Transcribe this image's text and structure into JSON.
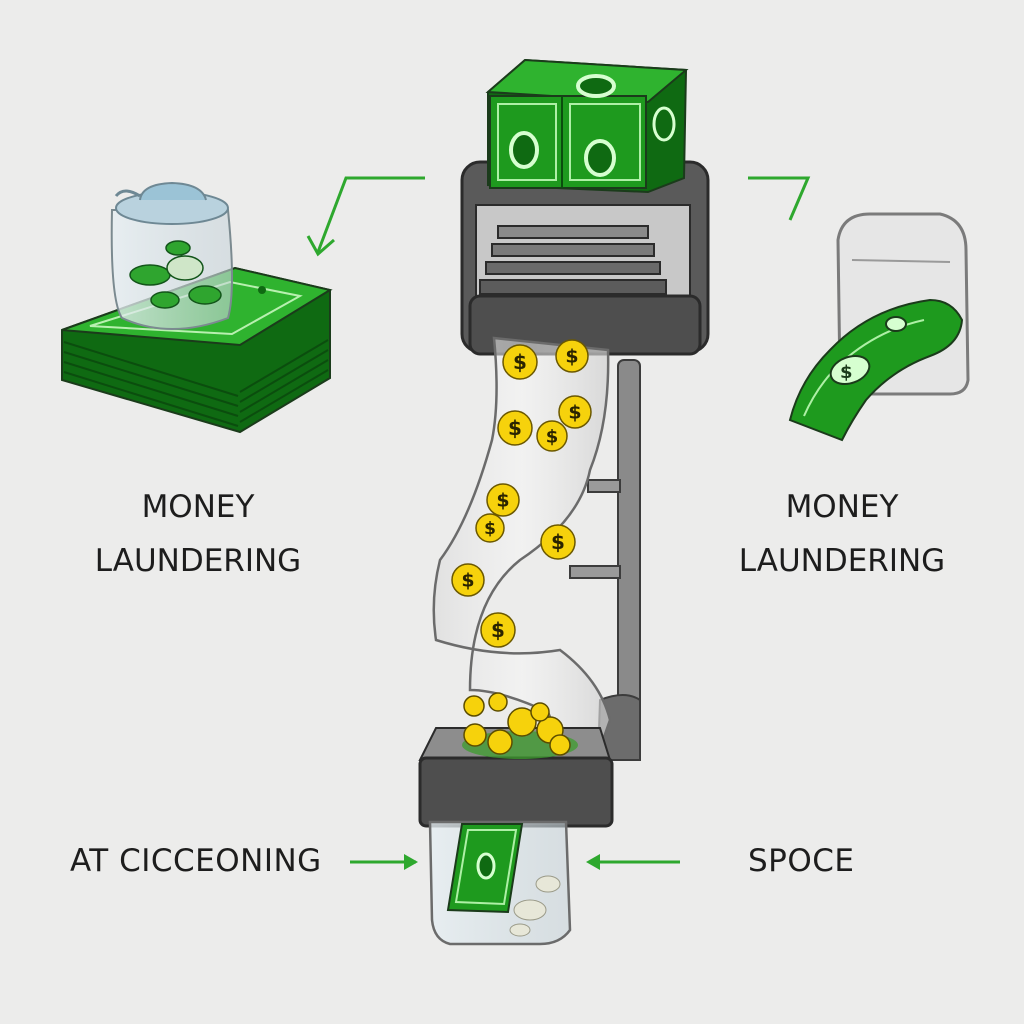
{
  "labels": {
    "left_title": {
      "line1": "MONEY",
      "line2": "LAUNDERING"
    },
    "right_title": {
      "line1": "MONEY",
      "line2": "LAUNDERING"
    },
    "bottom_left": "AT CICCEONING",
    "bottom_right": "SPOCE"
  },
  "coin_symbol": "$",
  "colors": {
    "background": "#ececeb",
    "cash_green": "#1e9a1e",
    "cash_dark": "#0f6a12",
    "machine_gray": "#555555",
    "coin_yellow": "#f6d20c",
    "arrow_green": "#2ea82e"
  }
}
